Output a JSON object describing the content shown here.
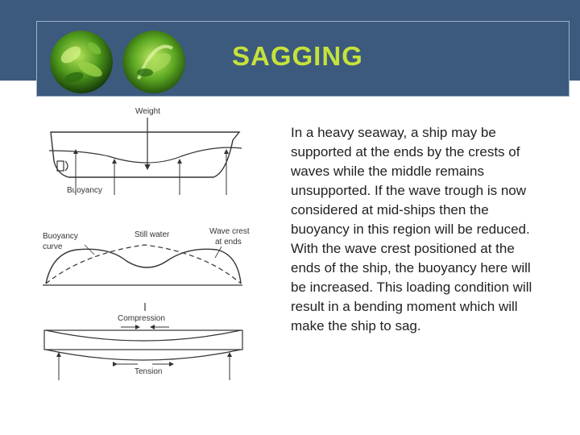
{
  "slide": {
    "title": "SAGGING",
    "body": "In a heavy seaway, a ship may be supported at the ends by the crests of waves while the middle remains unsupported. If the wave trough is now considered at mid-ships then the buoyancy in this region will be reduced. With the wave crest positioned at the ends of the ship, the buoyancy here will be increased. This loading condition will result in a bending moment which will make the ship to sag."
  },
  "figure": {
    "labels": {
      "weight": "Weight",
      "buoyancy": "Buoyancy",
      "buoyancy_curve_1": "Buoyancy",
      "buoyancy_curve_2": "curve",
      "still_water": "Still water",
      "wave_crest_1": "Wave crest",
      "wave_crest_2": "at ends",
      "compression": "Compression",
      "tension": "Tension"
    }
  },
  "colors": {
    "banner": "#3c5a7e",
    "title": "#c6e23a",
    "text": "#222222"
  },
  "icons": [
    "leaf-orb-left-icon",
    "leaf-orb-right-icon"
  ]
}
